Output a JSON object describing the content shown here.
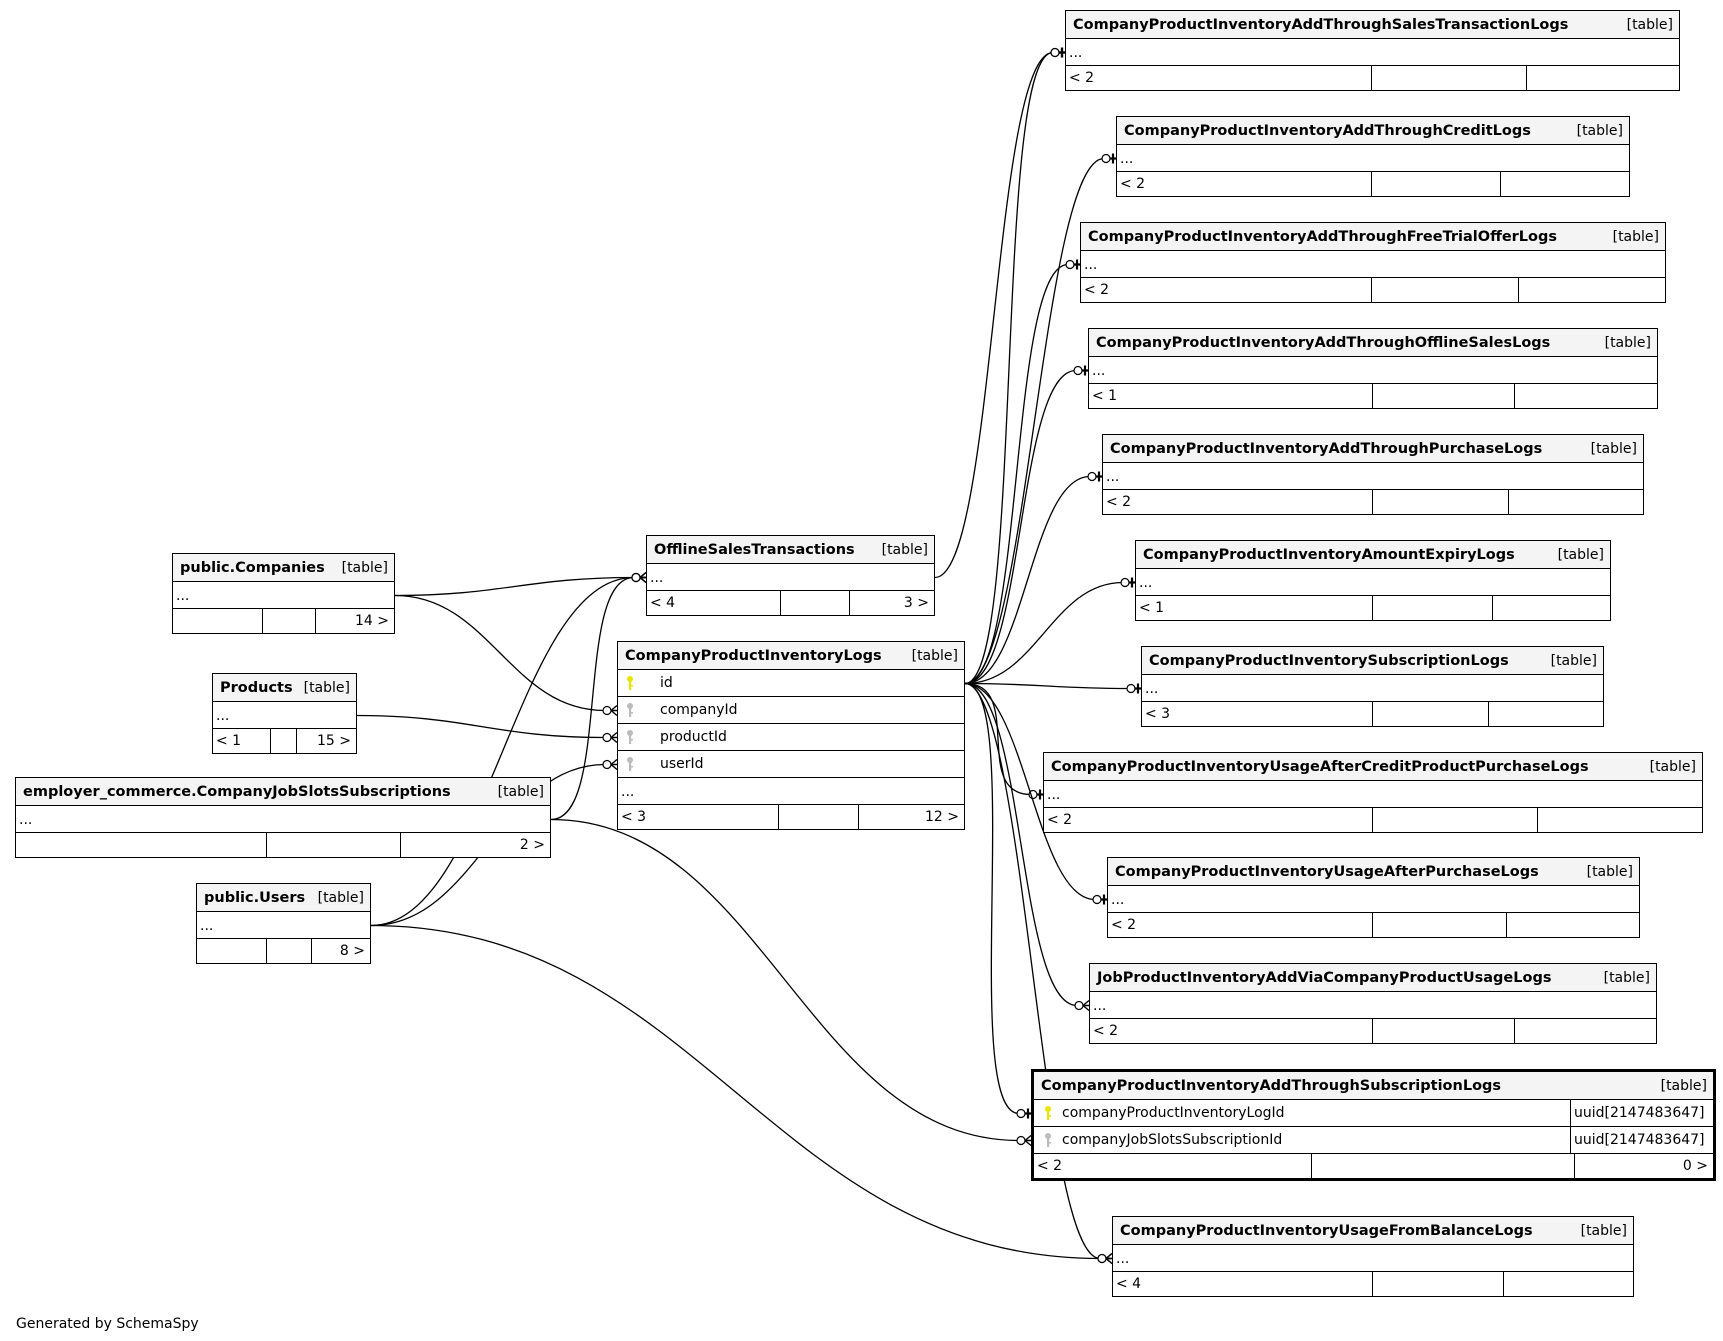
{
  "diagram": {
    "generated_by": "Generated by SchemaSpy",
    "colors": {
      "primary_key": "#e6e600",
      "foreign_key": "#bbbbbb",
      "header_bg": "#f4f4f4",
      "line": "#000000"
    },
    "tables": [
      {
        "id": "companies",
        "name": "public.Companies",
        "kind": "[table]",
        "rows": [
          "..."
        ],
        "footer": [
          "",
          "",
          "14 >"
        ]
      },
      {
        "id": "products",
        "name": "Products",
        "kind": "[table]",
        "rows": [
          "..."
        ],
        "footer": [
          "< 1",
          "",
          "15 >"
        ]
      },
      {
        "id": "jobslots",
        "name": "employer_commerce.CompanyJobSlotsSubscriptions",
        "kind": "[table]",
        "rows": [
          "..."
        ],
        "footer": [
          "",
          "",
          "2 >"
        ]
      },
      {
        "id": "users",
        "name": "public.Users",
        "kind": "[table]",
        "rows": [
          "..."
        ],
        "footer": [
          "",
          "",
          "8 >"
        ]
      },
      {
        "id": "offline",
        "name": "OfflineSalesTransactions",
        "kind": "[table]",
        "rows": [
          "..."
        ],
        "footer": [
          "< 4",
          "",
          "3 >"
        ]
      },
      {
        "id": "cpil",
        "name": "CompanyProductInventoryLogs",
        "kind": "[table]",
        "columns": [
          {
            "name": "id",
            "key": "primary"
          },
          {
            "name": "companyId",
            "key": "foreign"
          },
          {
            "name": "productId",
            "key": "foreign"
          },
          {
            "name": "userId",
            "key": "foreign"
          }
        ],
        "rows": [
          "..."
        ],
        "footer": [
          "< 3",
          "",
          "12 >"
        ]
      },
      {
        "id": "t_sales",
        "name": "CompanyProductInventoryAddThroughSalesTransactionLogs",
        "kind": "[table]",
        "rows": [
          "..."
        ],
        "footer": [
          "< 2",
          "",
          ""
        ]
      },
      {
        "id": "t_credit",
        "name": "CompanyProductInventoryAddThroughCreditLogs",
        "kind": "[table]",
        "rows": [
          "..."
        ],
        "footer": [
          "< 2",
          "",
          ""
        ]
      },
      {
        "id": "t_free",
        "name": "CompanyProductInventoryAddThroughFreeTrialOfferLogs",
        "kind": "[table]",
        "rows": [
          "..."
        ],
        "footer": [
          "< 2",
          "",
          ""
        ]
      },
      {
        "id": "t_offline",
        "name": "CompanyProductInventoryAddThroughOfflineSalesLogs",
        "kind": "[table]",
        "rows": [
          "..."
        ],
        "footer": [
          "< 1",
          "",
          ""
        ]
      },
      {
        "id": "t_purchase",
        "name": "CompanyProductInventoryAddThroughPurchaseLogs",
        "kind": "[table]",
        "rows": [
          "..."
        ],
        "footer": [
          "< 2",
          "",
          ""
        ]
      },
      {
        "id": "t_expiry",
        "name": "CompanyProductInventoryAmountExpiryLogs",
        "kind": "[table]",
        "rows": [
          "..."
        ],
        "footer": [
          "< 1",
          "",
          ""
        ]
      },
      {
        "id": "t_subs",
        "name": "CompanyProductInventorySubscriptionLogs",
        "kind": "[table]",
        "rows": [
          "..."
        ],
        "footer": [
          "< 3",
          "",
          ""
        ]
      },
      {
        "id": "t_usage_credit",
        "name": "CompanyProductInventoryUsageAfterCreditProductPurchaseLogs",
        "kind": "[table]",
        "rows": [
          "..."
        ],
        "footer": [
          "< 2",
          "",
          ""
        ]
      },
      {
        "id": "t_usage_purchase",
        "name": "CompanyProductInventoryUsageAfterPurchaseLogs",
        "kind": "[table]",
        "rows": [
          "..."
        ],
        "footer": [
          "< 2",
          "",
          ""
        ]
      },
      {
        "id": "t_job",
        "name": "JobProductInventoryAddViaCompanyProductUsageLogs",
        "kind": "[table]",
        "rows": [
          "..."
        ],
        "footer": [
          "< 2",
          "",
          ""
        ]
      },
      {
        "id": "t_addsub",
        "name": "CompanyProductInventoryAddThroughSubscriptionLogs",
        "kind": "[table]",
        "focus": true,
        "columns": [
          {
            "name": "companyProductInventoryLogId",
            "key": "primary",
            "type": "uuid[2147483647]"
          },
          {
            "name": "companyJobSlotsSubscriptionId",
            "key": "foreign",
            "type": "uuid[2147483647]"
          }
        ],
        "footer": [
          "< 2",
          "",
          "0 >"
        ]
      },
      {
        "id": "t_balance",
        "name": "CompanyProductInventoryUsageFromBalanceLogs",
        "kind": "[table]",
        "rows": [
          "..."
        ],
        "footer": [
          "< 4",
          "",
          ""
        ]
      }
    ],
    "relationships": [
      {
        "from": "companies",
        "to": "offline",
        "cardinality": "zero-or-many"
      },
      {
        "from": "companies",
        "to": "cpil.companyId",
        "cardinality": "zero-or-many"
      },
      {
        "from": "products",
        "to": "cpil.productId",
        "cardinality": "zero-or-many"
      },
      {
        "from": "users",
        "to": "cpil.userId",
        "cardinality": "zero-or-many"
      },
      {
        "from": "users",
        "to": "offline",
        "cardinality": "zero-or-many"
      },
      {
        "from": "jobslots",
        "to": "offline",
        "cardinality": "zero-or-many"
      },
      {
        "from": "jobslots",
        "to": "t_addsub.companyJobSlotsSubscriptionId",
        "cardinality": "zero-or-many"
      },
      {
        "from": "users",
        "to": "t_balance",
        "cardinality": "zero-or-many"
      },
      {
        "from": "offline",
        "to": "t_sales",
        "cardinality": "zero-or-one"
      },
      {
        "from": "cpil",
        "to": "t_sales",
        "cardinality": "zero-or-one"
      },
      {
        "from": "cpil",
        "to": "t_credit",
        "cardinality": "zero-or-one"
      },
      {
        "from": "cpil",
        "to": "t_free",
        "cardinality": "zero-or-one"
      },
      {
        "from": "cpil",
        "to": "t_offline",
        "cardinality": "zero-or-one"
      },
      {
        "from": "cpil",
        "to": "t_purchase",
        "cardinality": "zero-or-one"
      },
      {
        "from": "cpil",
        "to": "t_expiry",
        "cardinality": "zero-or-one"
      },
      {
        "from": "cpil",
        "to": "t_subs",
        "cardinality": "zero-or-one"
      },
      {
        "from": "cpil",
        "to": "t_usage_credit",
        "cardinality": "zero-or-one"
      },
      {
        "from": "cpil",
        "to": "t_usage_purchase",
        "cardinality": "zero-or-one"
      },
      {
        "from": "cpil",
        "to": "t_job",
        "cardinality": "zero-or-many"
      },
      {
        "from": "cpil",
        "to": "t_addsub.companyProductInventoryLogId",
        "cardinality": "zero-or-one"
      },
      {
        "from": "cpil",
        "to": "t_balance",
        "cardinality": "zero-or-many"
      }
    ]
  }
}
